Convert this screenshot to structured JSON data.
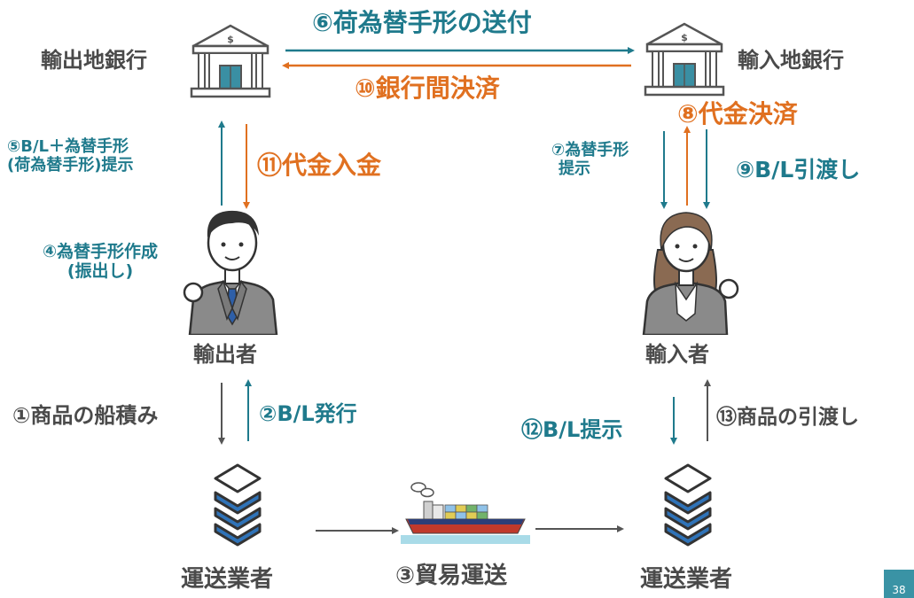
{
  "actors": {
    "exporter_bank": "輸出地銀行",
    "importer_bank": "輸入地銀行",
    "exporter": "輸出者",
    "importer": "輸入者",
    "carrier_left": "運送業者",
    "carrier_right": "運送業者"
  },
  "steps": {
    "s1": "①商品の船積み",
    "s2": "②B/L発行",
    "s3": "③貿易運送",
    "s4_line1": "④為替手形作成",
    "s4_line2": "(振出し)",
    "s5_line1": "⑤B/L＋為替手形",
    "s5_line2": "(荷為替手形)提示",
    "s6": "⑥荷為替手形の送付",
    "s7_line1": "⑦為替手形",
    "s7_line2": "提示",
    "s8": "⑧代金決済",
    "s9": "⑨B/L引渡し",
    "s10": "⑩銀行間決済",
    "s11": "⑪代金入金",
    "s12": "⑫B/L提示",
    "s13": "⑬商品の引渡し"
  },
  "bank_sign": "$",
  "page_number": "38",
  "colors": {
    "gray_text": "#4a4a4a",
    "teal": "#1f7a8c",
    "orange": "#e07020",
    "arrow_gray": "#555555"
  },
  "icons": {
    "bank": "bank-building-icon",
    "businessman": "businessman-icon",
    "businesswoman": "businesswoman-icon",
    "carrier": "stacked-layers-icon",
    "ship": "container-ship-icon"
  }
}
